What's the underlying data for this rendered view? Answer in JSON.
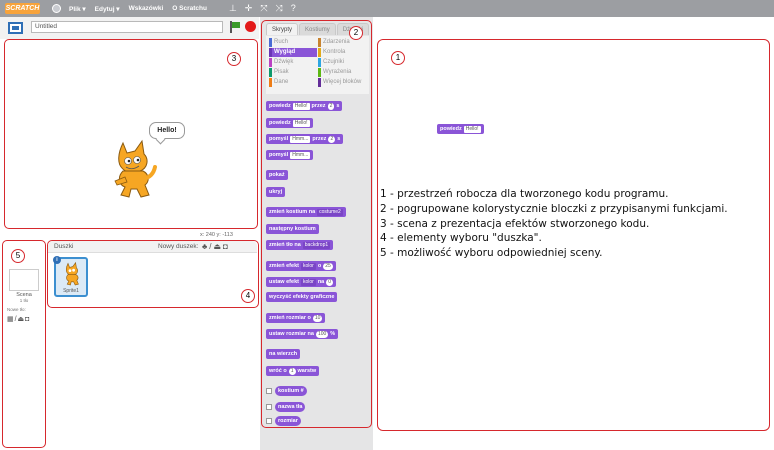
{
  "menubar": {
    "logo": "SCRATCH",
    "items": [
      "Plik ▾",
      "Edytuj ▾",
      "Wskazówki",
      "O Scratchu"
    ],
    "tool_icons": [
      "stamp-icon",
      "move-icon",
      "grow-icon",
      "shrink-icon",
      "help-icon"
    ]
  },
  "stage": {
    "project_title": "Untitled",
    "speech": "Hello!",
    "coords": "x: 240  y: -113"
  },
  "sprites": {
    "title": "Duszki",
    "new_sprite_label": "Nowy duszek:",
    "sprite_name": "Sprite1"
  },
  "scene": {
    "label": "Scena",
    "count": "1 tło",
    "new_bg_label": "Nowe tło:"
  },
  "palette": {
    "tabs": [
      "Skrypty",
      "Kostiumy",
      "Dźwięki"
    ],
    "categories": [
      {
        "label": "Ruch",
        "color": "#4a6cd4"
      },
      {
        "label": "Wygląd",
        "color": "#8a55d7"
      },
      {
        "label": "Dźwięk",
        "color": "#bb42c3"
      },
      {
        "label": "Pisak",
        "color": "#0e9a6c"
      },
      {
        "label": "Dane",
        "color": "#ee7d16"
      },
      {
        "label": "Zdarzenia",
        "color": "#c88330"
      },
      {
        "label": "Kontrola",
        "color": "#e1a91a"
      },
      {
        "label": "Czujniki",
        "color": "#2ca5e2"
      },
      {
        "label": "Wyrażenia",
        "color": "#5cb712"
      },
      {
        "label": "Więcej bloków",
        "color": "#632d99"
      }
    ],
    "blocks": {
      "b1_a": "powiedz",
      "b1_slot": "Hello!",
      "b1_b": "przez",
      "b1_num": "2",
      "b1_c": "s",
      "b2_a": "powiedz",
      "b2_slot": "Hello!",
      "b3_a": "pomyśl",
      "b3_slot": "Hmm...",
      "b3_b": "przez",
      "b3_num": "2",
      "b3_c": "s",
      "b4_a": "pomyśl",
      "b4_slot": "Hmm...",
      "b5": "pokaż",
      "b6": "ukryj",
      "b7_a": "zmień kostium na",
      "b7_drop": "costume2",
      "b8": "następny kostium",
      "b9_a": "zmień tło na",
      "b9_drop": "backdrop1",
      "b10_a": "zmień efekt",
      "b10_drop": "kolor",
      "b10_b": "o",
      "b10_num": "25",
      "b11_a": "ustaw efekt",
      "b11_drop": "kolor",
      "b11_b": "na",
      "b11_num": "0",
      "b12": "wyczyść efekty graficzne",
      "b13_a": "zmień rozmiar o",
      "b13_num": "10",
      "b14_a": "ustaw rozmiar na",
      "b14_num": "100",
      "b14_b": "%",
      "b15": "na wierzch",
      "b16_a": "wróć o",
      "b16_num": "1",
      "b16_b": "warstw",
      "r1": "kostium #",
      "r2": "nazwa tła",
      "r3": "rozmiar"
    }
  },
  "scripts": {
    "block_a": "powiedz",
    "block_slot": "Hello!"
  },
  "badges": [
    "1",
    "2",
    "3",
    "4",
    "5"
  ],
  "legend": [
    "1 - przestrzeń robocza dla tworzonego kodu programu.",
    "2 - pogrupowane kolorystycznie bloczki z przypisanymi funkcjami.",
    "3 - scena z prezentacja efektów stworzonego kodu.",
    "4 - elementy wyboru \"duszka\".",
    "5 - możliwość wyboru odpowiedniej sceny."
  ]
}
